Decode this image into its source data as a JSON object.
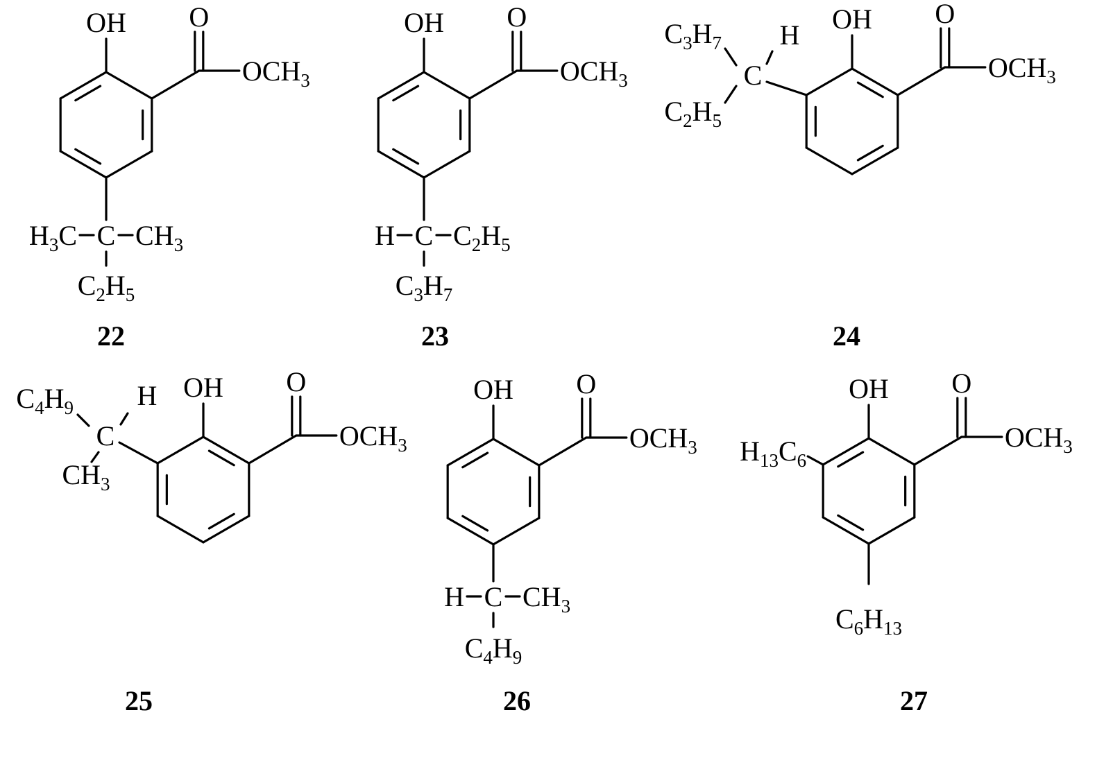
{
  "compounds": [
    {
      "id": "22",
      "labels": {
        "oh": "OH",
        "o": "O",
        "och3": "OCH3",
        "h3c": "H3C",
        "c": "C",
        "ch3": "CH3",
        "c2h5": "C2H5"
      }
    },
    {
      "id": "23",
      "labels": {
        "oh": "OH",
        "o": "O",
        "och3": "OCH3",
        "h": "H",
        "c": "C",
        "c2h5": "C2H5",
        "c3h7": "C3H7"
      }
    },
    {
      "id": "24",
      "labels": {
        "c3h7": "C3H7",
        "h": "H",
        "c": "C",
        "c2h5": "C2H5",
        "oh": "OH",
        "o": "O",
        "och3": "OCH3"
      }
    },
    {
      "id": "25",
      "labels": {
        "c4h9": "C4H9",
        "h": "H",
        "c": "C",
        "ch3": "CH3",
        "oh": "OH",
        "o": "O",
        "och3": "OCH3"
      }
    },
    {
      "id": "26",
      "labels": {
        "oh": "OH",
        "o": "O",
        "och3": "OCH3",
        "h": "H",
        "c": "C",
        "ch3": "CH3",
        "c4h9": "C4H9"
      }
    },
    {
      "id": "27",
      "labels": {
        "h13c6": "H13C6",
        "oh": "OH",
        "o": "O",
        "och3": "OCH3",
        "c6h13": "C6H13"
      }
    }
  ]
}
